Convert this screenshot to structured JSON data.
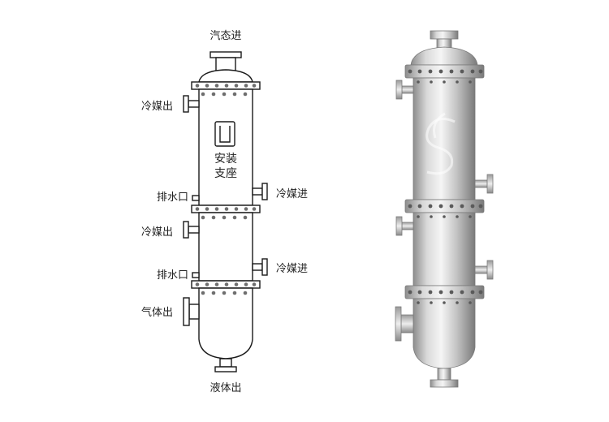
{
  "labels": {
    "steam_in": "汽态进",
    "coolant_out_1": "冷媒出",
    "support_line1": "安装",
    "support_line2": "支座",
    "coolant_in_1": "冷媒进",
    "drain_1": "排水口",
    "coolant_out_2": "冷媒出",
    "coolant_in_2": "冷媒进",
    "drain_2": "排水口",
    "gas_out": "气体出",
    "liquid_out": "液体出"
  },
  "colors": {
    "line": "#1a1a1a",
    "bolt": "#6e6e6e",
    "metal_dark": "#8a8a8a",
    "metal_light": "#f4f4f4"
  }
}
